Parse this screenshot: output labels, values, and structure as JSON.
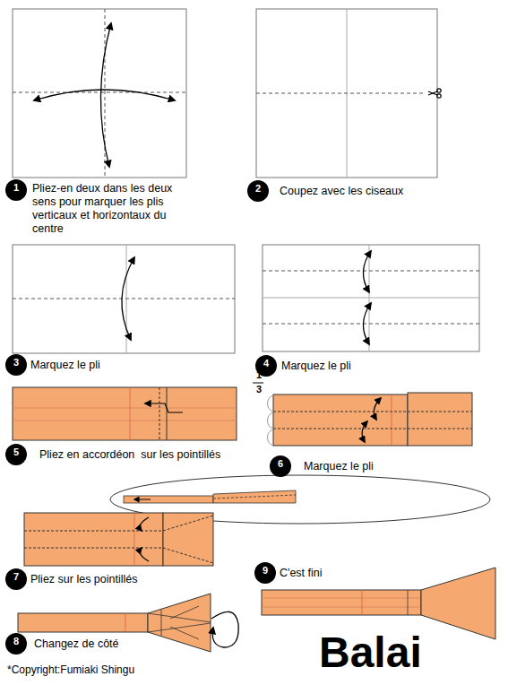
{
  "diagram": {
    "title": "Balai",
    "nodes": [
      {
        "text": [
          "1"
        ]
      },
      {
        "text": [
          "2"
        ]
      },
      {
        "text": [
          "3"
        ]
      },
      {
        "text": [
          "4"
        ]
      },
      {
        "text": [
          "5"
        ]
      },
      {
        "text": [
          "6"
        ]
      },
      {
        "text": [
          "7"
        ]
      },
      {
        "text": [
          "8"
        ]
      },
      {
        "text": [
          "9"
        ]
      }
    ],
    "labels": [
      "Pliez-en deux dans les deux sens pour marquer les plis verticaux et horizontaux du centre",
      "Coupez avec les ciseaux",
      "Marquez le pli",
      "Marquez le pli",
      "Pliez en accordéon  sur les pointillés",
      "Marquez le pli",
      "Pliez sur les pointillés",
      "Changez de côté",
      "C'est fini",
      "1",
      "3",
      "*Copyright:Fumiaki Shingu"
    ]
  }
}
